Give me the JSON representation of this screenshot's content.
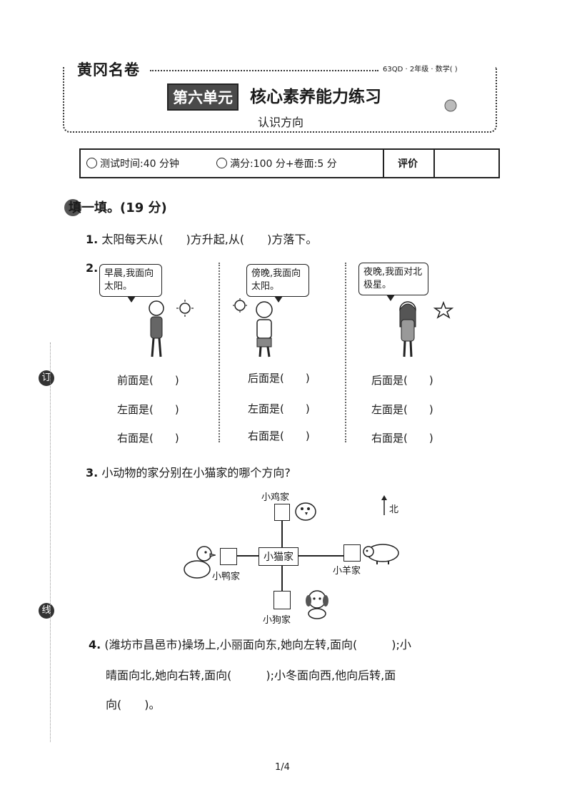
{
  "header": {
    "brand": "黄冈名卷",
    "series": "63QD · 2年级 · 数学( )",
    "unit": "第六单元",
    "title": "核心素养能力练习",
    "subtitle": "认识方向"
  },
  "info": {
    "time": "测试时间:40 分钟",
    "score": "满分:100 分+卷面:5 分",
    "eval_label": "评价"
  },
  "section1": {
    "title": "填一填。(19 分)"
  },
  "q1": {
    "num": "1.",
    "text": "太阳每天从(　　)方升起,从(　　)方落下。"
  },
  "q2": {
    "num": "2.",
    "bubbles": [
      "早晨,我面向太阳。",
      "傍晚,我面向太阳。",
      "夜晚,我面对北极星。"
    ],
    "col1": [
      "前面是(　　)",
      "左面是(　　)",
      "右面是(　　)"
    ],
    "col2": [
      "后面是(　　)",
      "左面是(　　)",
      "右面是(　　)"
    ],
    "col3": [
      "后面是(　　)",
      "左面是(　　)",
      "右面是(　　)"
    ]
  },
  "q3": {
    "num": "3.",
    "text": "小动物的家分别在小猫家的哪个方向?",
    "center": "小猫家",
    "top": "小鸡家",
    "left": "小鸭家",
    "right": "小羊家",
    "bottom": "小狗家",
    "north": "北"
  },
  "q4": {
    "num": "4.",
    "line1": "(潍坊市昌邑市)操场上,小丽面向东,她向左转,面向(　　　);小",
    "line2": "晴面向北,她向右转,面向(　　　);小冬面向西,他向后转,面",
    "line3": "向(　　)。"
  },
  "footer": {
    "page": "1/4"
  },
  "edge": [
    "订",
    "线"
  ]
}
